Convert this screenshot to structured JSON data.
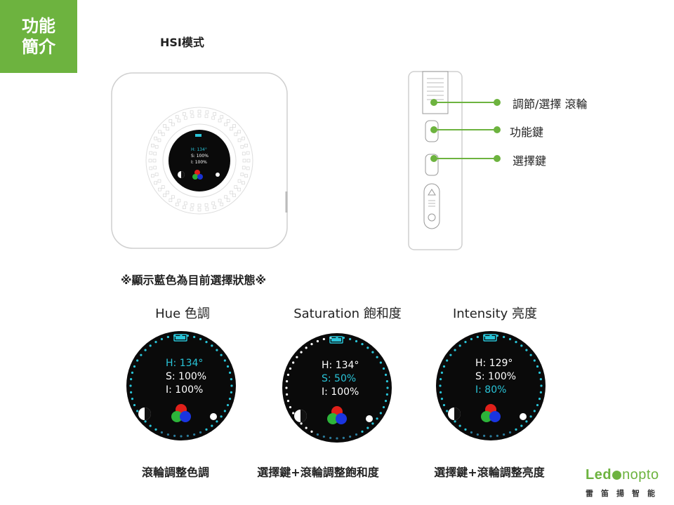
{
  "header": {
    "tab_line1": "功能",
    "tab_line2": "簡介",
    "title": "HSI模式"
  },
  "front_screen": {
    "h": "H: 134°",
    "s": "S: 100%",
    "i": "I: 100%"
  },
  "callouts": [
    {
      "label": "調節/選擇 滾輪"
    },
    {
      "label": "功能鍵"
    },
    {
      "label": "選擇鍵"
    }
  ],
  "note": "※顯示藍色為目前選擇狀態※",
  "modes": [
    {
      "title": "Hue 色調",
      "h": "H: 134°",
      "s": "S: 100%",
      "i": "I: 100%",
      "caption": "滾輪調整色調",
      "selected": "h"
    },
    {
      "title": "Saturation 飽和度",
      "h": "H: 134°",
      "s": "S:  50%",
      "i": "I: 100%",
      "caption": "選擇鍵+滾輪調整飽和度",
      "selected": "s"
    },
    {
      "title": "Intensity 亮度",
      "h": "H: 129°",
      "s": "S: 100%",
      "i": "I:  80%",
      "caption": "選擇鍵+滾輪調整亮度",
      "selected": "i"
    }
  ],
  "colors": {
    "accent": "#6db33f",
    "selected": "#29c4d8",
    "battery": "#29c4d8"
  },
  "logo": {
    "left": "Led",
    "right": "nopto",
    "sub": "雷笛揚智能"
  }
}
